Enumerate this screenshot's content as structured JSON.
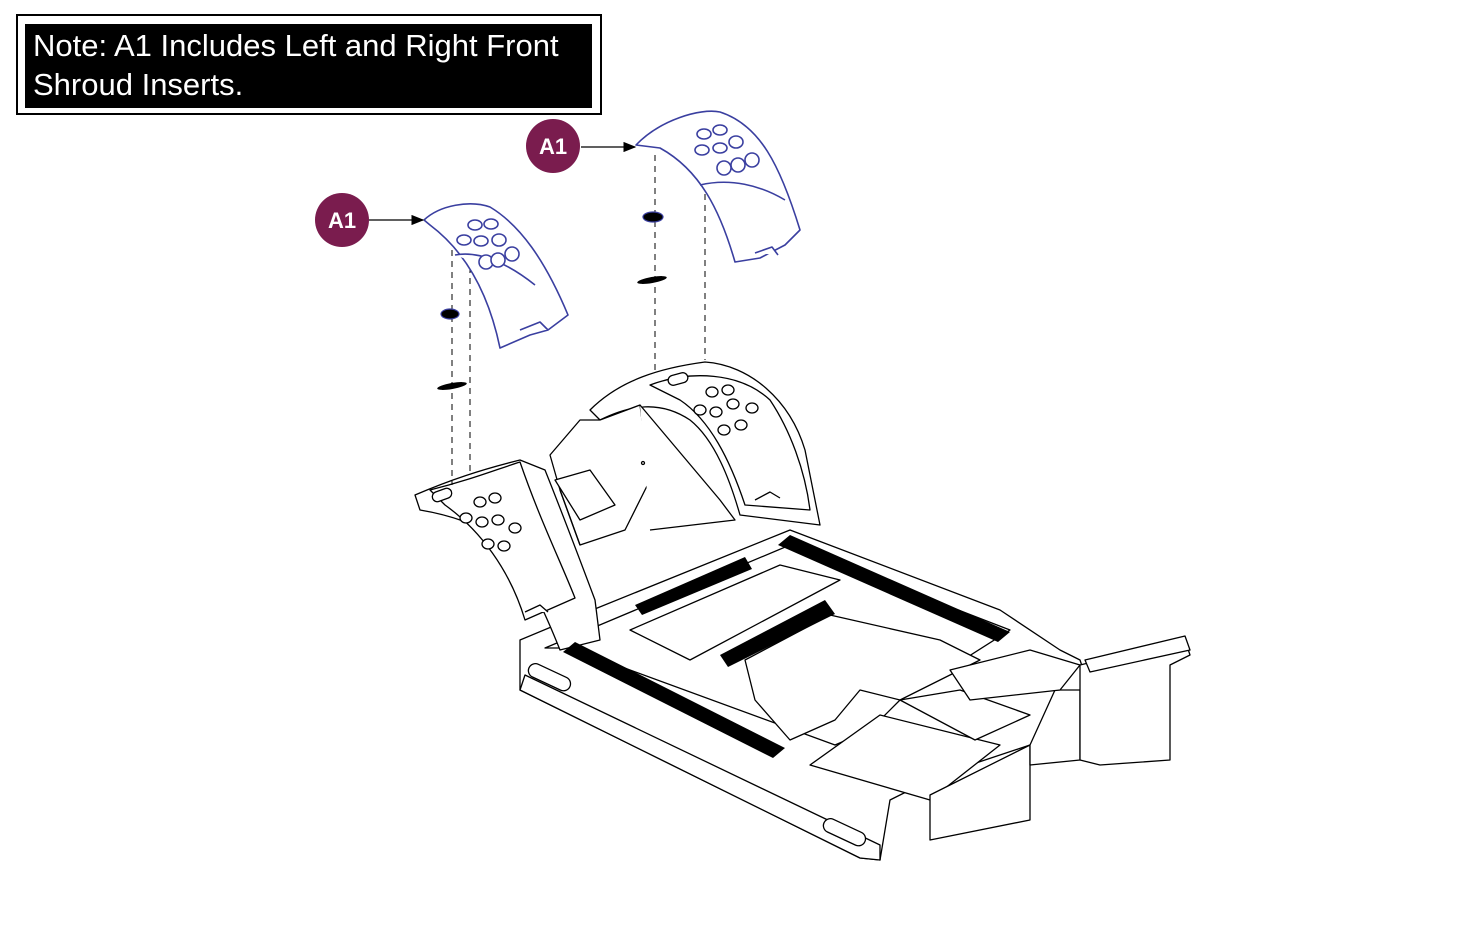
{
  "note": {
    "text": "Note: A1 Includes Left and Right Front\nShroud Inserts."
  },
  "callouts": [
    {
      "label": "A1"
    },
    {
      "label": "A1"
    }
  ],
  "colors": {
    "callout_fill": "#7a1c4e",
    "insert_outline": "#3a3fa0",
    "line": "#000000"
  }
}
